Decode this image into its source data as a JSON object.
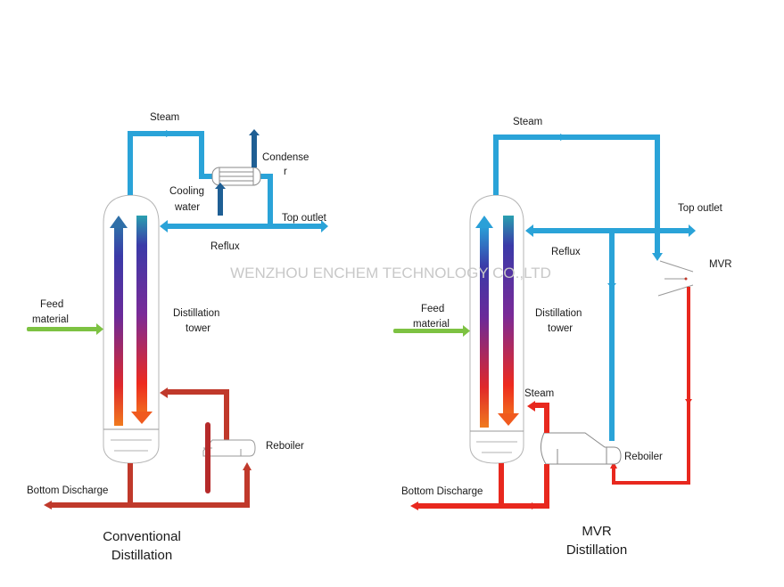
{
  "watermark": "WENZHOU ENCHEM TECHNOLOGY CO.,LTD",
  "colors": {
    "steam_blue": "#2aa3d8",
    "cooling_blue": "#1f5f94",
    "hot_red_conventional": "#c0392b",
    "hot_red_mvr": "#e8281e",
    "feed_green": "#7dc242",
    "gradient_top": "#2f6fa8",
    "gradient_mid": "#5a2aa0",
    "gradient_bottom": "#f05a1e"
  },
  "conventional": {
    "title_line1": "Conventional",
    "title_line2": "Distillation",
    "labels": {
      "steam": "Steam",
      "condenser_line1": "Condense",
      "condenser_line2": "r",
      "cooling_line1": "Cooling",
      "cooling_line2": "water",
      "top_outlet": "Top outlet",
      "reflux": "Reflux",
      "feed_line1": "Feed",
      "feed_line2": "material",
      "tower_line1": "Distillation",
      "tower_line2": "tower",
      "reboiler": "Reboiler",
      "bottom_discharge": "Bottom Discharge"
    }
  },
  "mvr": {
    "title_line1": "MVR",
    "title_line2": "Distillation",
    "labels": {
      "steam_top": "Steam",
      "top_outlet": "Top outlet",
      "reflux": "Reflux",
      "mvr": "MVR",
      "feed_line1": "Feed",
      "feed_line2": "material",
      "tower_line1": "Distillation",
      "tower_line2": "tower",
      "steam_bottom": "Steam",
      "reboiler": "Reboiler",
      "bottom_discharge": "Bottom Discharge"
    }
  }
}
